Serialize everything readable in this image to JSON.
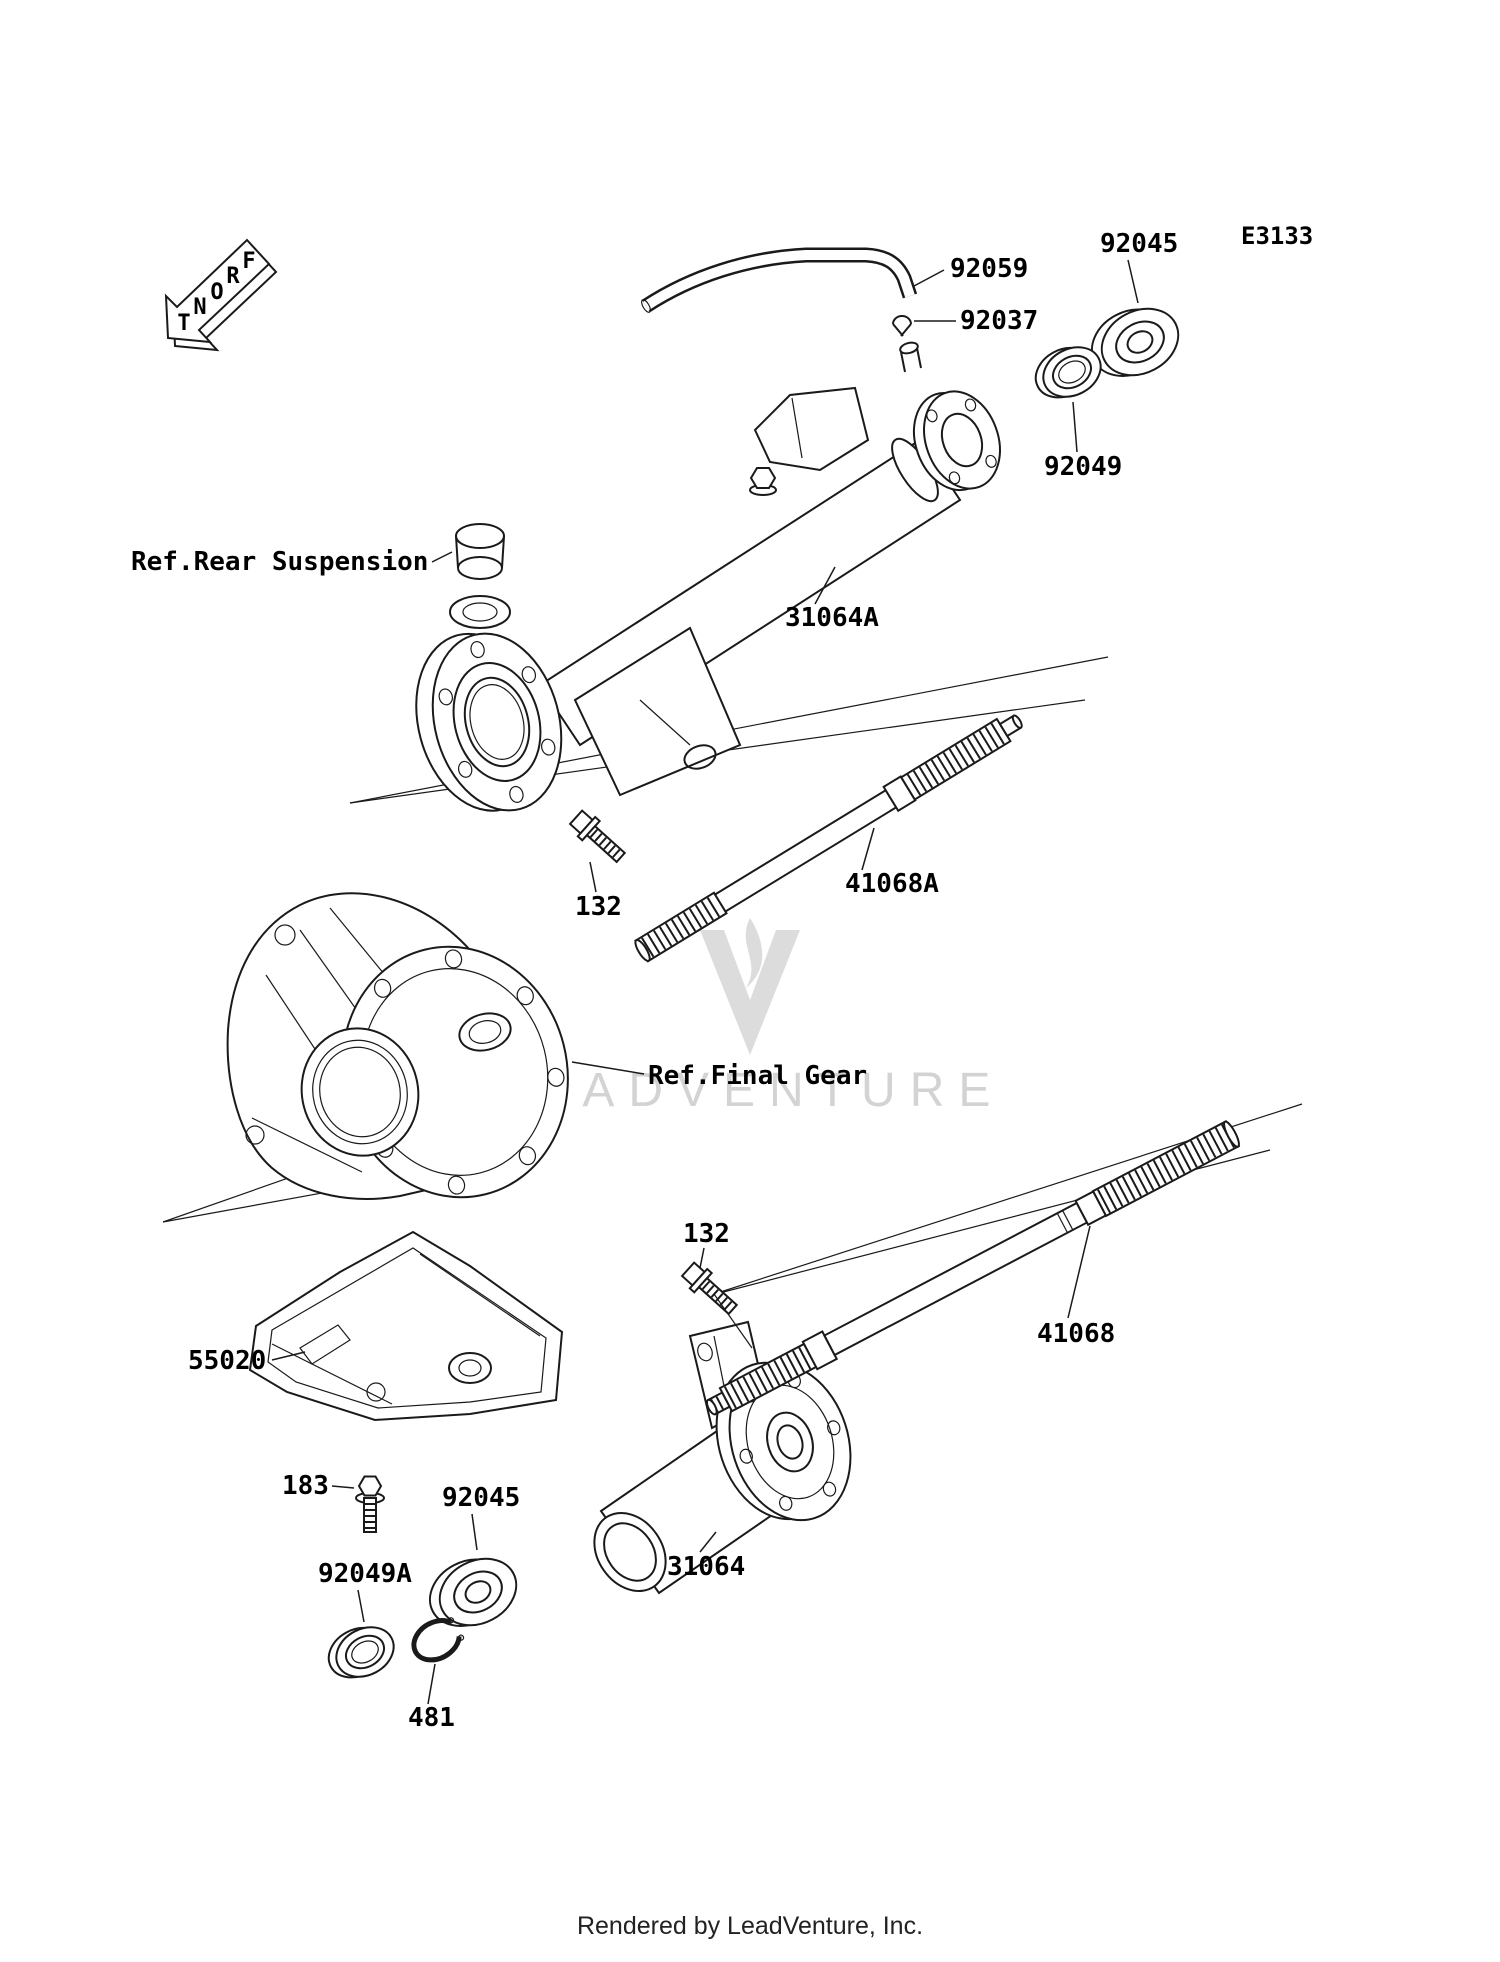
{
  "page": {
    "diagram_code": "E3133",
    "front_letters": [
      "F",
      "R",
      "O",
      "N",
      "T"
    ],
    "watermark": "LEADVENTURE",
    "footer": "Rendered by LeadVenture, Inc."
  },
  "part_labels": {
    "hose": "92059",
    "clamp": "92037",
    "bearing_upper": "92045",
    "seal_upper": "92049",
    "axle_housing_rear": "31064A",
    "axle_shaft_rear": "41068A",
    "bolt_upper": "132",
    "bolt_lower": "132",
    "ref_rear_suspension": "Ref.Rear Suspension",
    "ref_final_gear": "Ref.Final Gear",
    "axle_shaft_front": "41068",
    "skid_plate": "55020",
    "bolt_skid_plate": "183",
    "bearing_lower": "92045",
    "axle_housing_front": "31064",
    "seal_lower": "92049A",
    "snap_ring": "481"
  }
}
